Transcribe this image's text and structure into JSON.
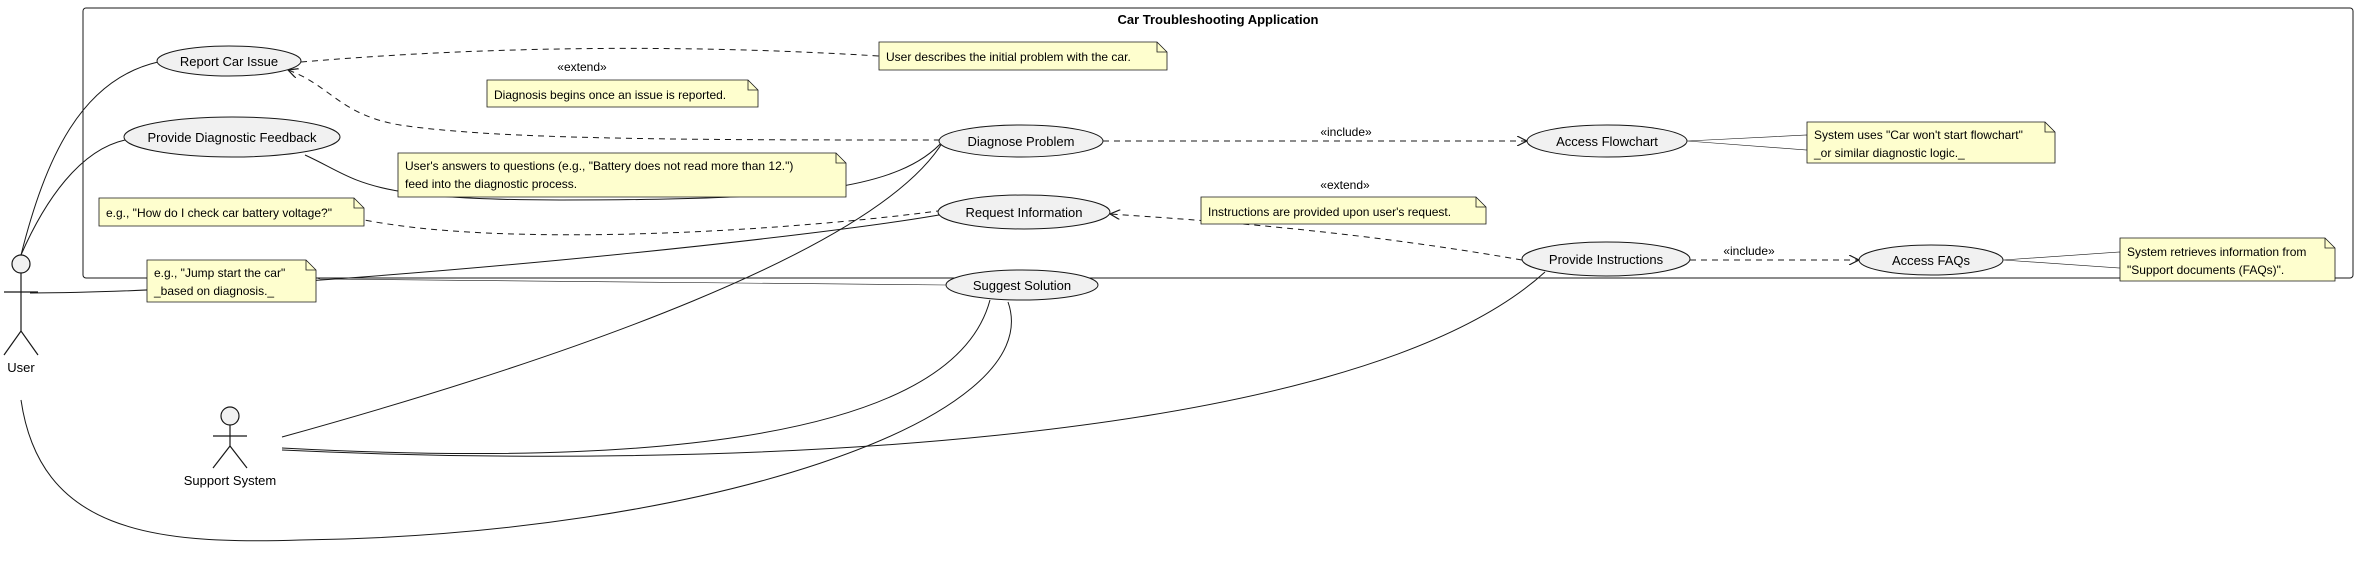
{
  "system": {
    "title": "Car Troubleshooting Application"
  },
  "actors": {
    "user": "User",
    "support": "Support System"
  },
  "usecases": {
    "report": "Report Car Issue",
    "feedback": "Provide Diagnostic Feedback",
    "diagnose": "Diagnose Problem",
    "request": "Request Information",
    "suggest": "Suggest Solution",
    "flowchart": "Access Flowchart",
    "instructions": "Provide Instructions",
    "faqs": "Access FAQs"
  },
  "relations": {
    "extend1": "«extend»",
    "include1": "«include»",
    "extend2": "«extend»",
    "include2": "«include»"
  },
  "notes": {
    "report": [
      "User describes the initial problem with the car."
    ],
    "diagnosis": [
      "Diagnosis begins once an issue is reported."
    ],
    "answers": [
      "User's answers to questions (e.g., \"Battery does not read more than 12.\")",
      "feed into the diagnostic process."
    ],
    "battery": [
      "e.g., \"How do I check car battery voltage?\""
    ],
    "jump": [
      "e.g., \"Jump start the car\"",
      "_based on diagnosis._"
    ],
    "flowchart": [
      "System uses \"Car won't start flowchart\"",
      "_or similar diagnostic logic._"
    ],
    "instructions": [
      "Instructions are provided upon user's request."
    ],
    "faqs": [
      "System retrieves information from",
      "\"Support documents (FAQs)\"."
    ]
  },
  "colors": {
    "usecase_fill": "#f1f1f1",
    "note_fill": "#fefece",
    "line": "#181818",
    "border": "#181818"
  }
}
